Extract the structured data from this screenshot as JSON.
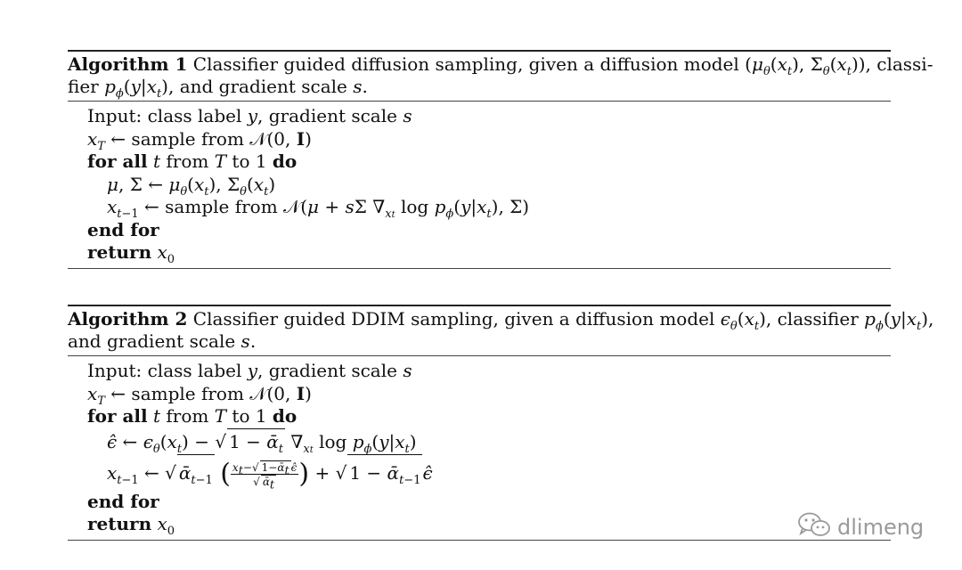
{
  "algorithm1": {
    "caption_label": "Algorithm 1",
    "caption_text_l1": " Classifier guided diffusion sampling, given a diffusion model (μ",
    "caption_text_l2": "fier p",
    "lines": {
      "input": "Input: class label y, gradient scale s",
      "sample": "from",
      "for_all": "for all",
      "from": "from",
      "to": "to",
      "one": "1",
      "do": "do",
      "end_for": "end for",
      "return": "return"
    }
  },
  "algorithm2": {
    "caption_label": "Algorithm 2",
    "caption_text_l1": " Classifier guided DDIM sampling, given a diffusion model ϵ",
    "caption_text_l2": "and gradient scale s."
  },
  "watermark": {
    "text": "dlimeng",
    "icon": "wechat-icon",
    "color": "#9a9a9a"
  }
}
